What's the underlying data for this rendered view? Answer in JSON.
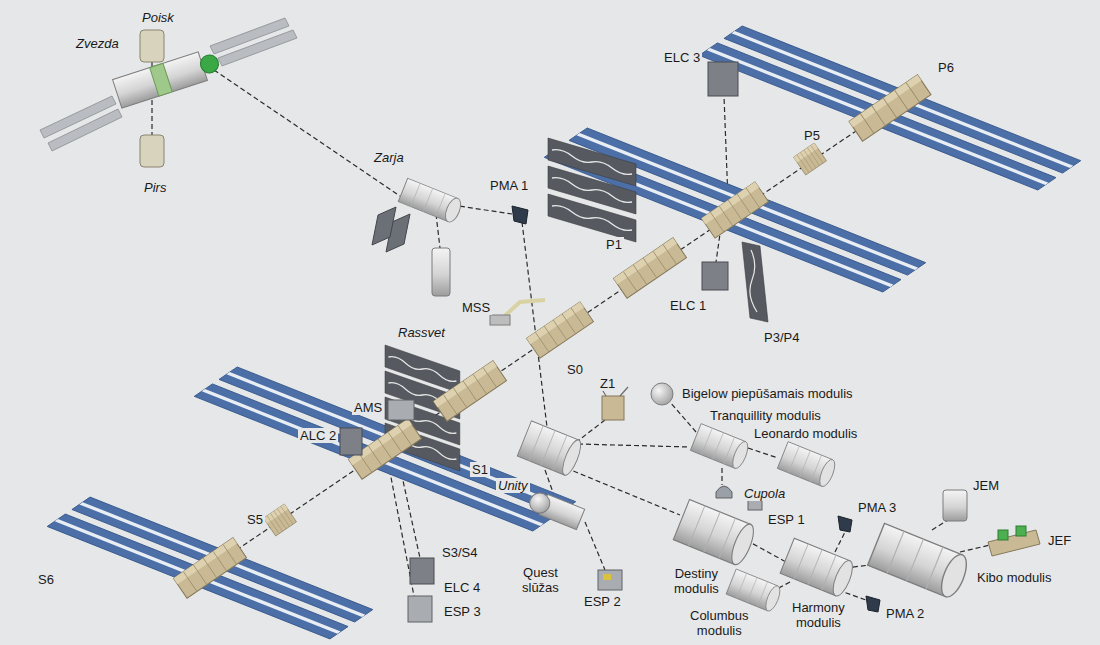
{
  "diagram": {
    "labels": [
      "Poisk",
      "Zvezda",
      "Pirs",
      "Zarja",
      "PMA 1",
      "Rassvet",
      "ELC 3",
      "P6",
      "P5",
      "P1",
      "ELC 1",
      "P3/P4",
      "MSS",
      "S0",
      "Z1",
      "AMS",
      "ALC 2",
      "S1",
      "Bigelow piepūšamais modulis",
      "Tranquillity modulis",
      "Leonardo modulis",
      "Unity",
      "Cupola",
      "JEM",
      "ESP 1",
      "PMA 3",
      "JEF",
      "Kibo modulis",
      "S5",
      "S3/S4",
      "Quest slūžas",
      "ESP 2",
      "Destiny modulis",
      "Harmony modulis",
      "PMA 2",
      "Columbus modulis",
      "S6",
      "ELC 4",
      "ESP 3"
    ]
  }
}
